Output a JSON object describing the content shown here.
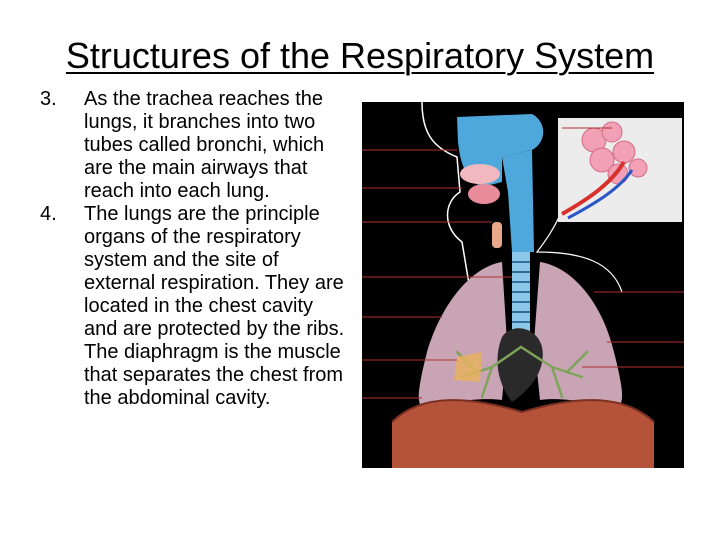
{
  "slide": {
    "title": "Structures of the Respiratory System",
    "points": [
      {
        "number": "3.",
        "text": "As the trachea reaches the lungs, it branches into two tubes called bronchi, which are the main airways that reach into each lung."
      },
      {
        "number": "4.",
        "text": "The lungs are the principle organs of the respiratory system and the site of external respiration. They are located in the chest cavity and are protected by the ribs. The diaphragm is the muscle that separates the chest from the abdominal cavity."
      }
    ]
  },
  "figure": {
    "icon": "respiratory-system-diagram",
    "colors": {
      "background": "#000000",
      "airway": "#4fa8dc",
      "lung": "#c9a4b4",
      "bronchi": "#7fa35a",
      "diaphragm": "#b5533a",
      "alveoli": "#f2a0b5",
      "label_lines": "#b03030"
    }
  }
}
